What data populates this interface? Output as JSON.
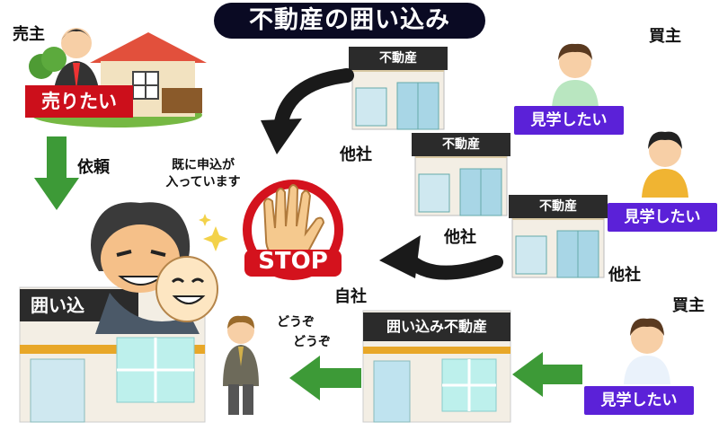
{
  "title": "不動産の囲い込み",
  "seller": {
    "role": "売主",
    "wish": "売りたい"
  },
  "buyers": [
    {
      "role": "買主",
      "wish": "見学したい"
    },
    {
      "role": "",
      "wish": "見学したい"
    },
    {
      "role": "買主",
      "wish": "見学したい"
    }
  ],
  "request_label": "依頼",
  "other_agencies": [
    {
      "sign": "不動産",
      "label": "他社"
    },
    {
      "sign": "不動産",
      "label": "他社"
    },
    {
      "sign": "不動産",
      "label": "他社"
    }
  ],
  "already_applied": {
    "line1": "既に申込が",
    "line2": "入っています"
  },
  "stop_sign": "STOP",
  "own_company_label": "自社",
  "own_agency_sign": "囲い込み不動産",
  "big_agency_sign": "囲い込",
  "welcome": {
    "line1": "どうぞ",
    "line2": "どうぞ"
  },
  "colors": {
    "arrow_green": "#3d9a37",
    "buyer_button": "#5b21d8",
    "seller_button": "#cc0f1b",
    "stop_red": "#d4121d"
  }
}
